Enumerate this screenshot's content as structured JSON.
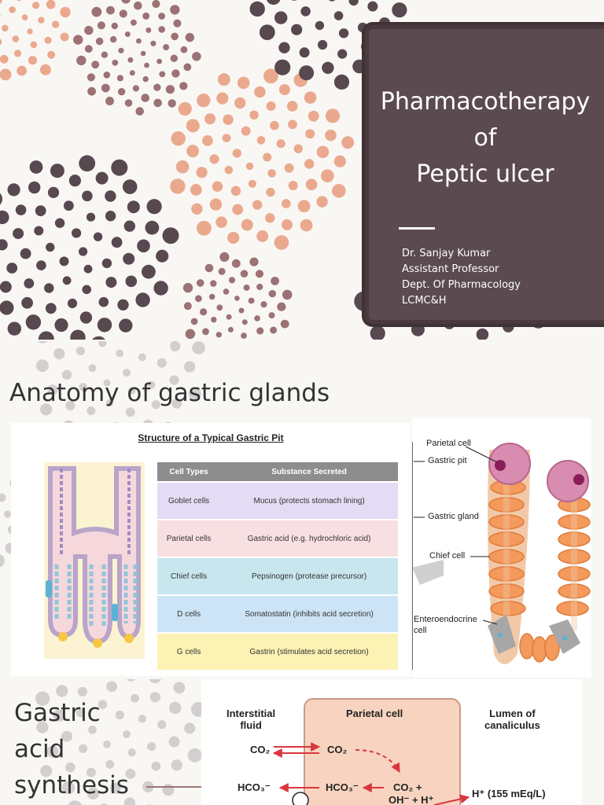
{
  "slide1": {
    "title_line1": "Pharmacotherapy",
    "title_line2": "of",
    "title_line3": "Peptic ulcer",
    "author_name": "Dr. Sanjay Kumar",
    "author_role": "Assistant Professor",
    "author_dept": "Dept. Of Pharmacology",
    "author_inst": "LCMC&H",
    "colors": {
      "card": "#5b4a4f",
      "dot_dark": "#584850",
      "dot_peach": "#eaa98e",
      "dot_mauve": "#9c7275"
    }
  },
  "slide2": {
    "heading": "Anatomy of gastric glands",
    "pit_title": "Structure of a Typical Gastric Pit",
    "table_headers": [
      "Cell Types",
      "Substance Secreted"
    ],
    "table_rows": [
      {
        "cell": "Goblet cells",
        "substance": "Mucus (protects stomach lining)",
        "color": "#e4dcf4"
      },
      {
        "cell": "Parietal cells",
        "substance": "Gastric acid (e.g. hydrochloric acid)",
        "color": "#f8dfe2"
      },
      {
        "cell": "Chief cells",
        "substance": "Pepsinogen (protease precursor)",
        "color": "#c8e6ee"
      },
      {
        "cell": "D cells",
        "substance": "Somatostatin (inhibits acid secretion)",
        "color": "#cce4f6"
      },
      {
        "cell": "G cells",
        "substance": "Gastrin (stimulates acid secretion)",
        "color": "#fbf2b4"
      }
    ],
    "gland_labels": {
      "parietal": "Parietal cell",
      "pit": "Gastric pit",
      "gland": "Gastric gland",
      "chief": "Chief cell",
      "entero_1": "Enteroendocrine",
      "entero_2": "cell"
    }
  },
  "slide3": {
    "heading_line1": "Gastric",
    "heading_line2": "acid",
    "heading_line3": "synthesis",
    "interstitial_1": "Interstitial",
    "interstitial_2": "fluid",
    "parietal": "Parietal cell",
    "lumen_1": "Lumen of",
    "lumen_2": "canaliculus",
    "co2_left": "CO₂",
    "co2_right": "CO₂",
    "hco3_left": "HCO₃⁻",
    "hco3_right": "HCO₃⁻",
    "co2_plus": "CO₂ +",
    "oh_h": "OH⁻ + H⁺",
    "h_lumen": "H⁺ (155 mEq/L)"
  }
}
